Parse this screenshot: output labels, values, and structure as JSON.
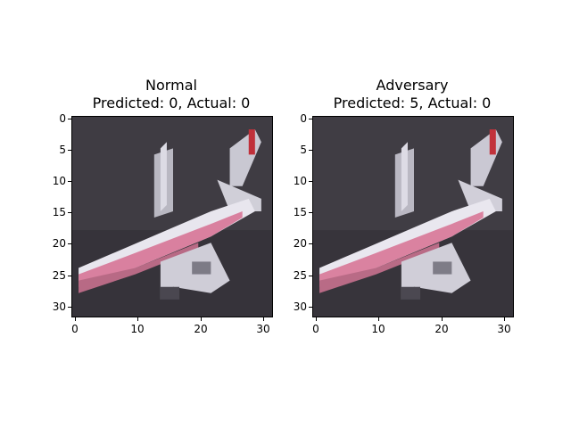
{
  "figures": [
    {
      "title_line1": "Normal",
      "title_line2": "Predicted: 0, Actual: 0",
      "x_ticks": [
        "0",
        "10",
        "20",
        "30"
      ],
      "y_ticks": [
        "0",
        "5",
        "10",
        "15",
        "20",
        "25",
        "30"
      ]
    },
    {
      "title_line1": "Adversary",
      "title_line2": "Predicted: 5, Actual: 0",
      "x_ticks": [
        "0",
        "10",
        "20",
        "30"
      ],
      "y_ticks": [
        "0",
        "5",
        "10",
        "15",
        "20",
        "25",
        "30"
      ]
    }
  ],
  "image_content": {
    "description_icon": "airplane-image",
    "background_color": "#3f3c43",
    "body_color": "#e8e6ee",
    "stripe_color": "#d9809f",
    "tail_accent_color": "#c0303a"
  }
}
